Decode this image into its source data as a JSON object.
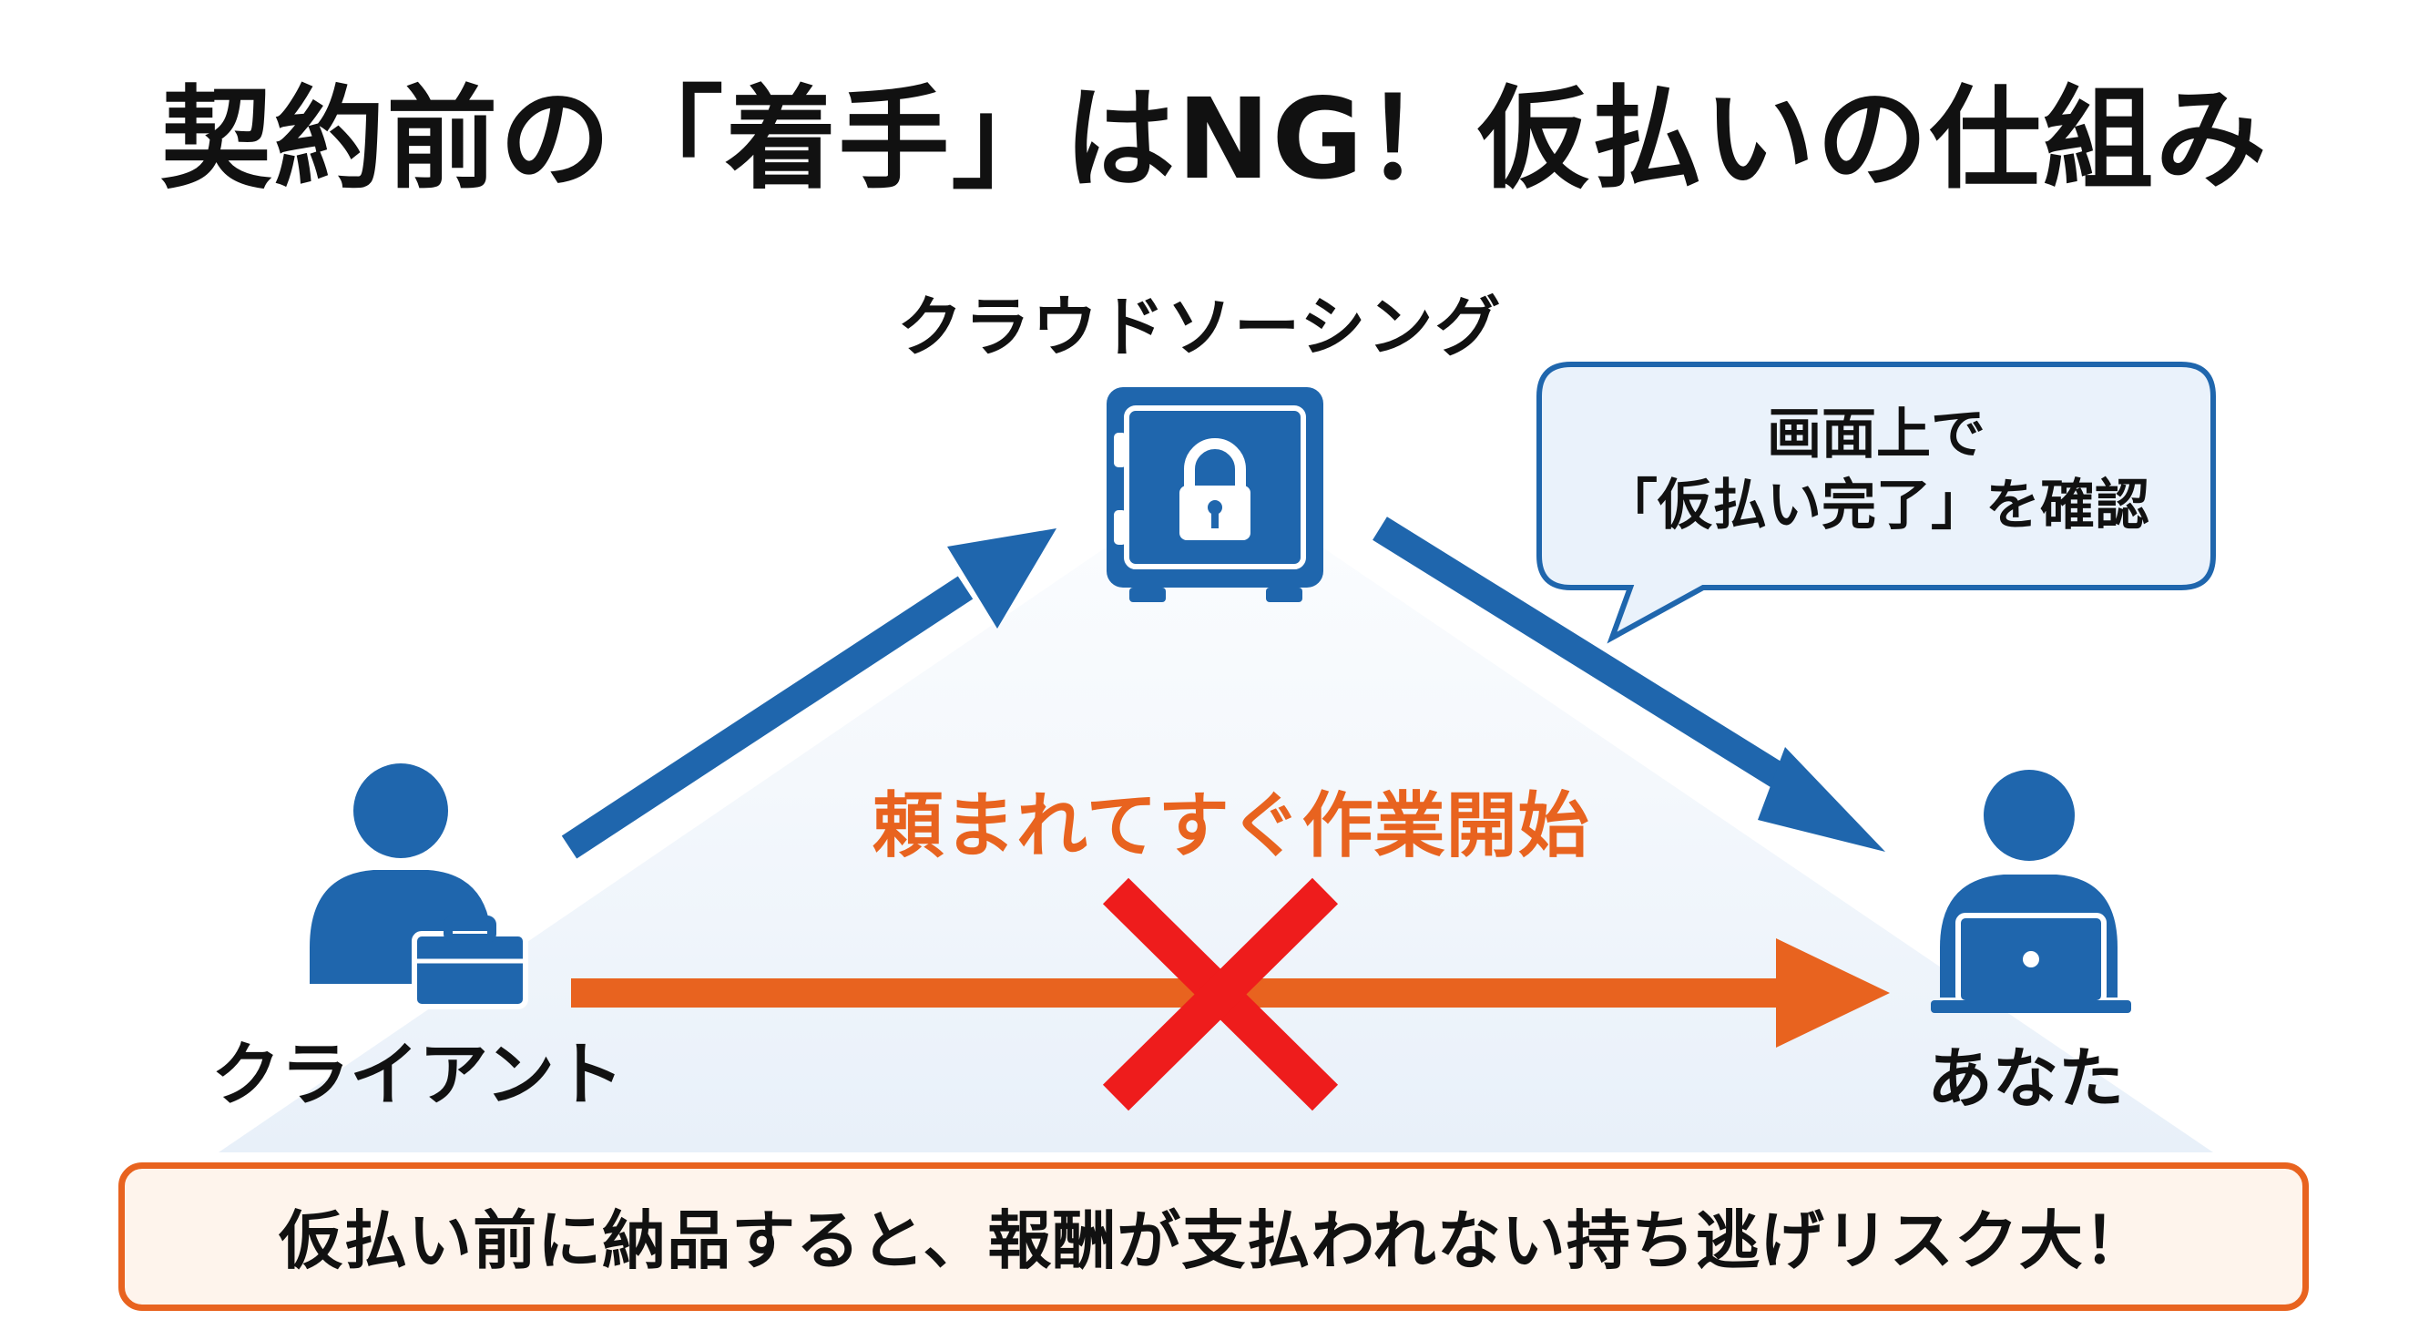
{
  "title": "契約前の「着手」はNG！仮払いの仕組み",
  "nodes": {
    "crowdsourcing": {
      "label": "クラウドソーシング",
      "icon": "safe-lock-icon"
    },
    "client": {
      "label": "クライアント",
      "icon": "businessperson-briefcase-icon"
    },
    "you": {
      "label": "あなた",
      "icon": "person-laptop-icon"
    }
  },
  "callout": {
    "line1": "画面上で",
    "line2": "「仮払い完了」を確認"
  },
  "ng_flow": {
    "label": "頼まれてすぐ作業開始",
    "mark": "cross-mark-icon"
  },
  "warning": "仮払い前に納品すると、報酬が支払われない持ち逃げリスク大！",
  "colors": {
    "blue": "#1f66ad",
    "orange": "#e8631f",
    "red": "#ee1c1c",
    "triangle_fill": "#eef4fb"
  }
}
